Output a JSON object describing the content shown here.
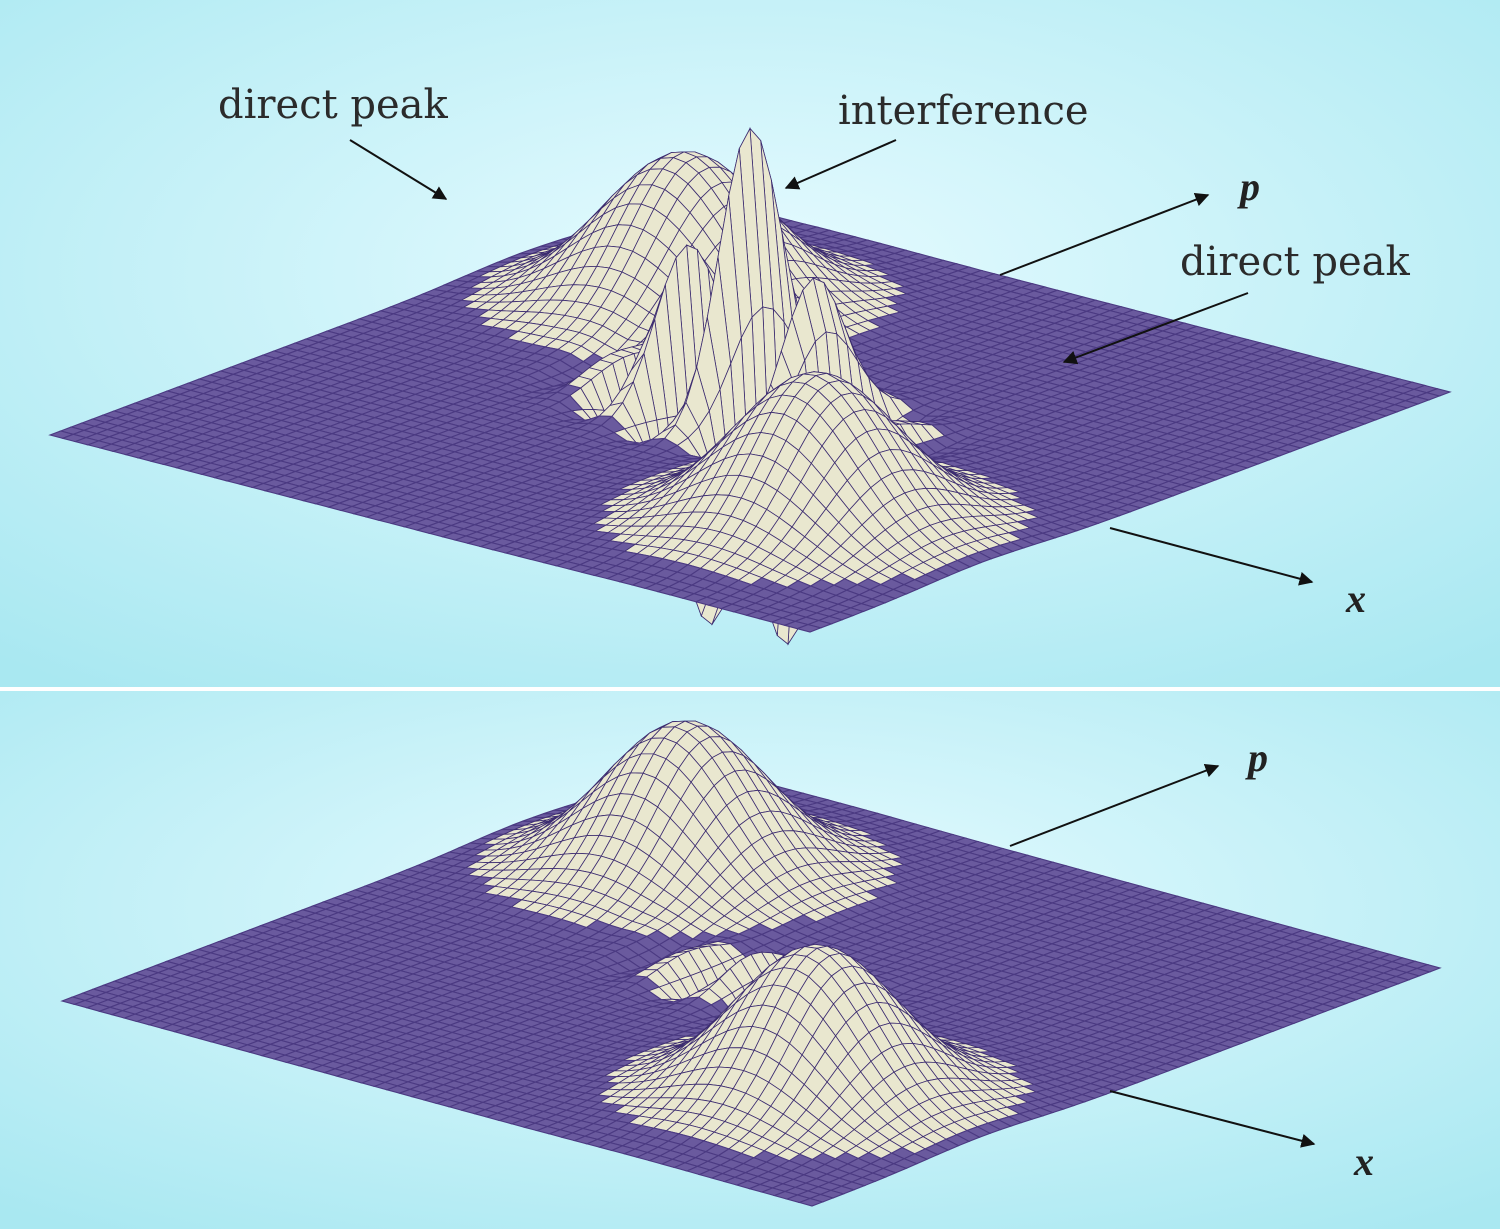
{
  "figure": {
    "panels": [
      {
        "id": "top",
        "axis_p": "p",
        "axis_x": "x",
        "annotations": {
          "left": "direct peak",
          "center": "interference",
          "right": "direct peak"
        },
        "surface": {
          "peaks": [
            {
              "kind": "direct",
              "amplitude": 1.0,
              "position": "far-left"
            },
            {
              "kind": "interference",
              "amplitude": 1.9,
              "position": "center",
              "oscillating": true
            },
            {
              "kind": "direct",
              "amplitude": 1.0,
              "position": "near-right"
            }
          ]
        }
      },
      {
        "id": "bottom",
        "axis_p": "p",
        "axis_x": "x",
        "surface": {
          "peaks": [
            {
              "kind": "direct",
              "amplitude": 1.0,
              "position": "far-left"
            },
            {
              "kind": "interference",
              "amplitude": 0.2,
              "position": "center",
              "oscillating": true
            },
            {
              "kind": "direct",
              "amplitude": 1.0,
              "position": "near-right"
            }
          ]
        }
      }
    ],
    "colors": {
      "background": "#bdeff5",
      "grid": "#4b3a82",
      "surface_fill": "#e9e7cf",
      "mesh_dark": "#3c2c70",
      "text": "#2b2b2b"
    }
  }
}
